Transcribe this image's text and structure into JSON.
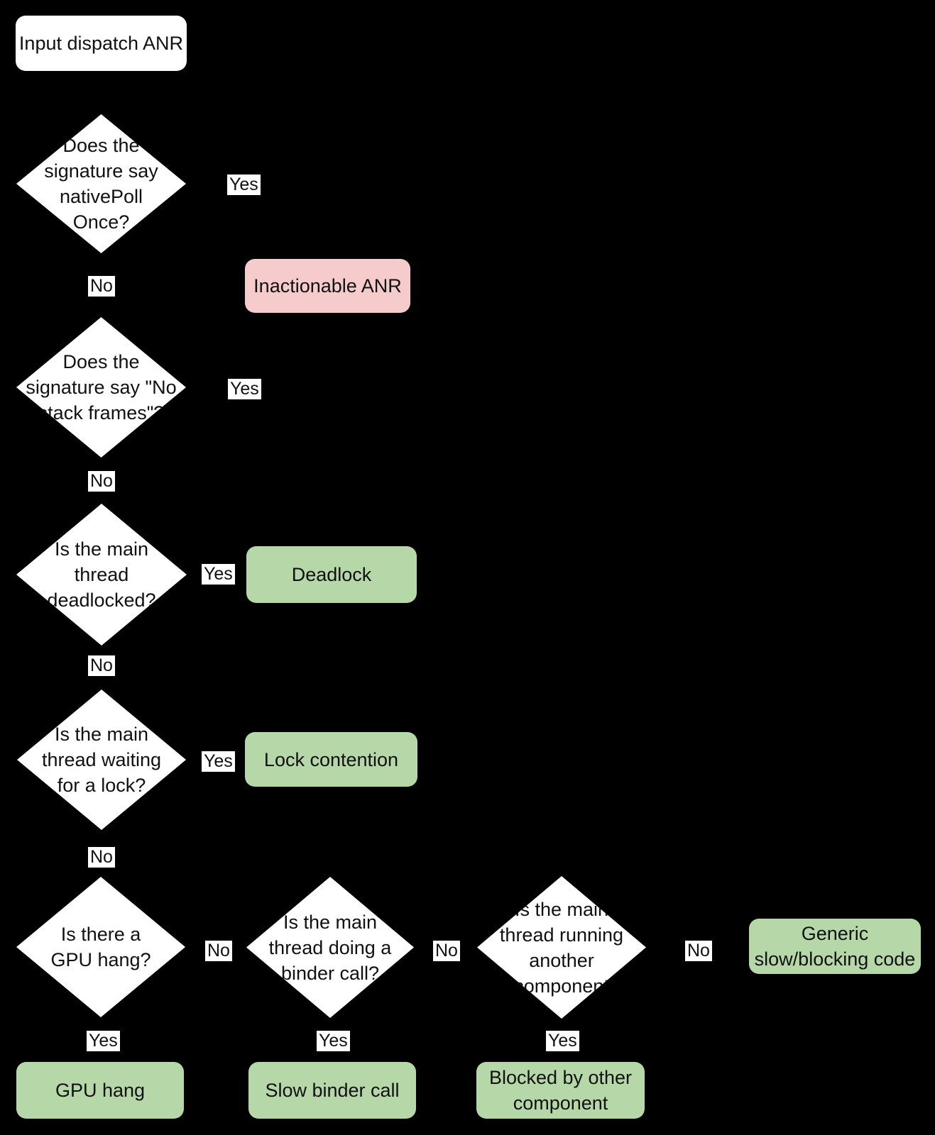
{
  "colors": {
    "background": "#000000",
    "node-fill": "#ffffff",
    "outcome-green": "#b6d7a8",
    "outcome-pink": "#f6cbcb",
    "ink": "#111111"
  },
  "flowchart": {
    "title_node": "Input dispatch ANR",
    "decisions": [
      {
        "label": "Does the\nsignature say\nnativePoll\nOnce?"
      },
      {
        "label": "Does the\nsignature say \"No\nstack frames\"?"
      },
      {
        "label": "Is the main\nthread\ndeadlocked?"
      },
      {
        "label": "Is the main\nthread waiting\nfor a lock?"
      },
      {
        "label": "Is there a\nGPU hang?"
      },
      {
        "label": "Is the main\nthread doing a\nbinder call?"
      },
      {
        "label": "Is the main\nthread running\nanother\ncomponent"
      }
    ],
    "outcomes": [
      {
        "label": "Inactionable ANR",
        "type": "negative"
      },
      {
        "label": "Deadlock",
        "type": "positive"
      },
      {
        "label": "Lock contention",
        "type": "positive"
      },
      {
        "label": "GPU hang",
        "type": "positive"
      },
      {
        "label": "Slow binder call",
        "type": "positive"
      },
      {
        "label": "Blocked by other\ncomponent",
        "type": "positive"
      },
      {
        "label": "Generic\nslow/blocking code",
        "type": "positive"
      }
    ],
    "edge_labels": {
      "yes": "Yes",
      "no": "No"
    }
  }
}
